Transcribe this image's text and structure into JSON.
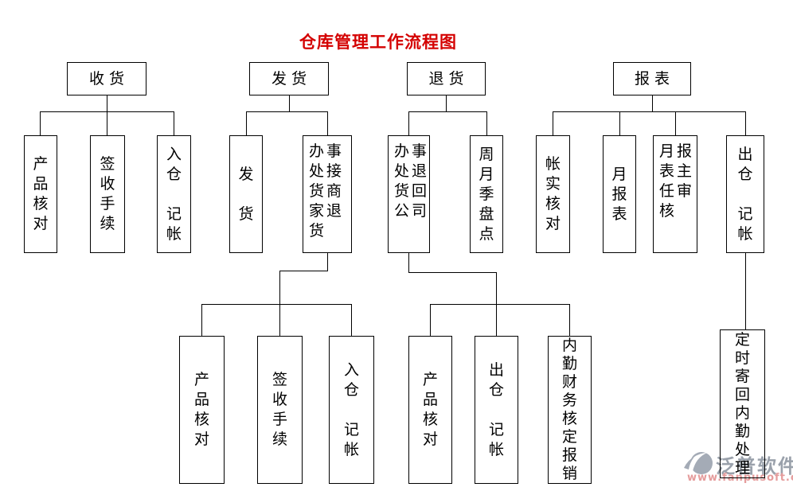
{
  "title": {
    "text": "仓库管理工作流程图",
    "color": "#d40000"
  },
  "branches": [
    {
      "root": "收货",
      "children": [
        {
          "label": "产\n品\n核\n对"
        },
        {
          "label": "签\n收\n手\n续"
        },
        {
          "label": "入\n仓\n\n记\n帐"
        }
      ]
    },
    {
      "root": "发货",
      "children": [
        {
          "label": "发\n\n货"
        },
        {
          "label": "办事\n处接\n货商\n家退\n货"
        }
      ],
      "grandchildren": [
        {
          "label": "产\n品\n核\n对"
        },
        {
          "label": "签\n收\n手\n续"
        },
        {
          "label": "入\n仓\n\n记\n帐"
        }
      ]
    },
    {
      "root": "退货",
      "children": [
        {
          "label": "办事\n处退\n货回\n公司"
        },
        {
          "label": "周\n月\n季\n盘\n点"
        }
      ],
      "grandchildren": [
        {
          "label": "产\n品\n核\n对"
        },
        {
          "label": "出\n仓\n\n记\n帐"
        },
        {
          "label": "内\n勤\n财\n务\n核\n定\n报\n销"
        }
      ]
    },
    {
      "root": "报表",
      "children": [
        {
          "label": "帐\n实\n核\n对"
        },
        {
          "label": "月\n报\n表"
        },
        {
          "label": "月报\n表主\n任审\n核"
        },
        {
          "label": "出\n仓\n\n记\n帐"
        }
      ],
      "grandchildren": [
        {
          "label": "定\n时\n寄\n回\n内\n勤\n处\n理"
        }
      ]
    }
  ],
  "watermark": {
    "brand": "泛普软件",
    "url": "www.fanpusoft.com",
    "brand_color": "#9aa1ab",
    "url_color": "#e59c9c",
    "logo": "fanpu-swoosh-logo"
  }
}
